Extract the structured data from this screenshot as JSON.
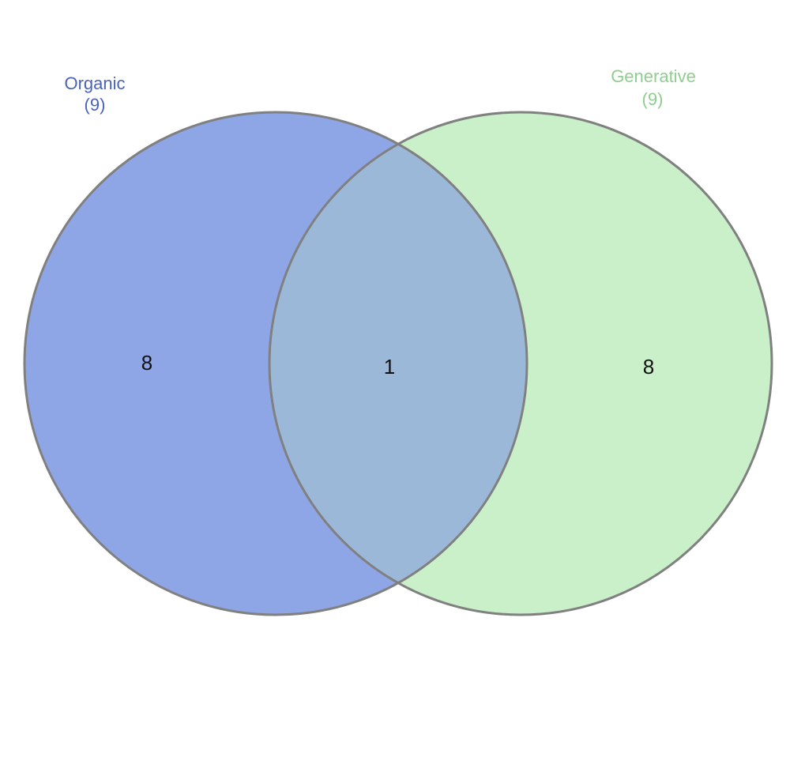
{
  "chart_data": {
    "type": "venn",
    "sets": [
      {
        "name": "Organic",
        "size_label": "(9)",
        "size": 9,
        "color": "#8fa6e6",
        "label_color": "#4a62b8"
      },
      {
        "name": "Generative",
        "size_label": "(9)",
        "size": 9,
        "color": "#c9f0c9",
        "label_color": "#8fce8f"
      }
    ],
    "regions": {
      "organic_only": "8",
      "both": "1",
      "generative_only": "8"
    },
    "colors": {
      "outline": "#808080",
      "overlap": "#9bb8d9"
    }
  }
}
